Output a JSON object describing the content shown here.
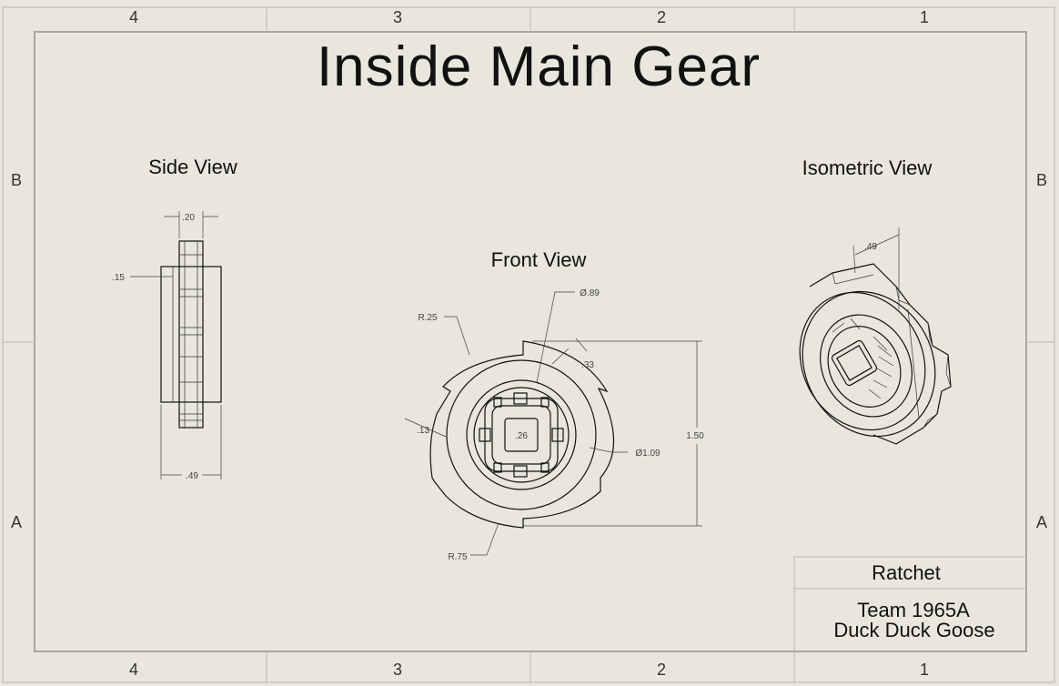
{
  "title": "Inside Main Gear",
  "zones": {
    "columns": [
      "4",
      "3",
      "2",
      "1"
    ],
    "rows": [
      "B",
      "A"
    ]
  },
  "views": {
    "side": "Side View",
    "front": "Front View",
    "isometric": "Isometric View"
  },
  "dimensions": {
    "side_top_width": ".20",
    "side_offset": ".15",
    "side_bottom_width": ".49",
    "front_radius_top": "R.25",
    "front_inner_diameter": "Ø.89",
    "front_tab": ".33",
    "front_small": ".13",
    "front_square": ".26",
    "front_outer_diameter": "Ø1.09",
    "front_height": "1.50",
    "front_radius_bottom": "R.75",
    "iso_width": ".49"
  },
  "title_block": {
    "part_name": "Ratchet",
    "team_line1": "Team 1965A",
    "team_line2": "Duck Duck Goose"
  }
}
